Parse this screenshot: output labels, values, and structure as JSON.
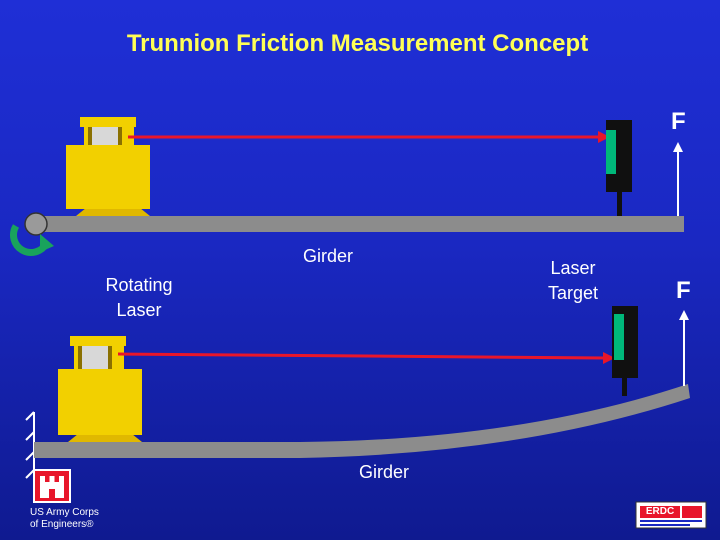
{
  "title": "Trunnion Friction Measurement Concept",
  "labels": {
    "force_top": "F",
    "force_bottom": "F",
    "girder_top": "Girder",
    "girder_bottom": "Girder",
    "rotating_laser_line1": "Rotating",
    "rotating_laser_line2": "Laser",
    "laser_target_line1": "Laser",
    "laser_target_line2": "Target"
  },
  "footer": {
    "corps_line1": "US Army Corps",
    "corps_line2": "of Engineers®",
    "logo_text": "ERDC"
  },
  "colors": {
    "background": "#1f2fd6",
    "title": "#ffff55",
    "laser_body": "#f2d000",
    "laser_beam": "#e8162a",
    "target_body": "#101010",
    "target_panel": "#00b87a",
    "girder": "#8c8c8c",
    "rotation_arrow": "#19a35c"
  }
}
